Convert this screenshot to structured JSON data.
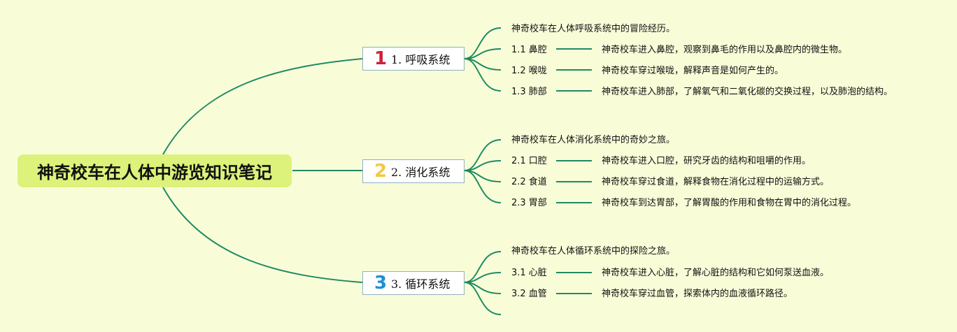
{
  "title": "神奇校车在人体中游览知识笔记",
  "colors": {
    "background": "#f8fdd8",
    "root_fill": "#dcf27a",
    "connector": "#1f8a63",
    "num1": "#d0203a",
    "num2": "#f2c945",
    "num3": "#1e8fd6"
  },
  "branches": [
    {
      "num": "1",
      "label": "1. 呼吸系统",
      "intro": "神奇校车在人体呼吸系统中的冒险经历。",
      "items": [
        {
          "label": "1.1 鼻腔",
          "desc": "神奇校车进入鼻腔，观察到鼻毛的作用以及鼻腔内的微生物。"
        },
        {
          "label": "1.2 喉咙",
          "desc": "神奇校车穿过喉咙，解释声音是如何产生的。"
        },
        {
          "label": "1.3 肺部",
          "desc": "神奇校车进入肺部，了解氧气和二氧化碳的交换过程，以及肺泡的结构。"
        }
      ]
    },
    {
      "num": "2",
      "label": "2. 消化系统",
      "intro": "神奇校车在人体消化系统中的奇妙之旅。",
      "items": [
        {
          "label": "2.1 口腔",
          "desc": "神奇校车进入口腔，研究牙齿的结构和咀嚼的作用。"
        },
        {
          "label": "2.2 食道",
          "desc": "神奇校车穿过食道，解释食物在消化过程中的运输方式。"
        },
        {
          "label": "2.3 胃部",
          "desc": "神奇校车到达胃部，了解胃酸的作用和食物在胃中的消化过程。"
        }
      ]
    },
    {
      "num": "3",
      "label": "3. 循环系统",
      "intro": "神奇校车在人体循环系统中的探险之旅。",
      "items": [
        {
          "label": "3.1 心脏",
          "desc": "神奇校车进入心脏，了解心脏的结构和它如何泵送血液。"
        },
        {
          "label": "3.2 血管",
          "desc": "神奇校车穿过血管，探索体内的血液循环路径。"
        }
      ]
    }
  ]
}
